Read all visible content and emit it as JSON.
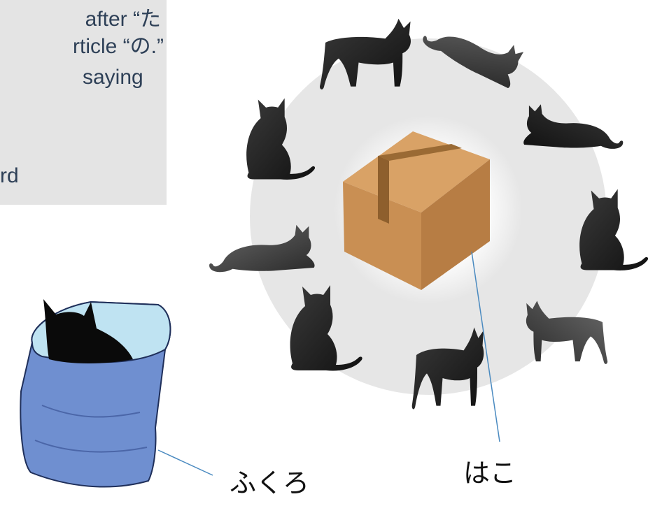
{
  "text_box": {
    "lines": [
      "after “た",
      "rticle “の.”",
      "saying",
      "",
      "rd"
    ]
  },
  "labels": {
    "bag": "ふくろ",
    "box": "はこ"
  },
  "colors": {
    "text_box_bg": "#e4e4e4",
    "text_color": "#2e4057",
    "ring": "#e6e6e6",
    "box": "#c98f53",
    "tape": "#9a6a34",
    "bag": "#6f8fd0",
    "bag_inside": "#bfe3f2",
    "leader_line": "#4a8ac0",
    "cat": "#262626"
  },
  "icons": {
    "cats": [
      "cat-silhouette-icon"
    ],
    "box": "cardboard-box-icon",
    "bag": "paper-bag-icon"
  }
}
